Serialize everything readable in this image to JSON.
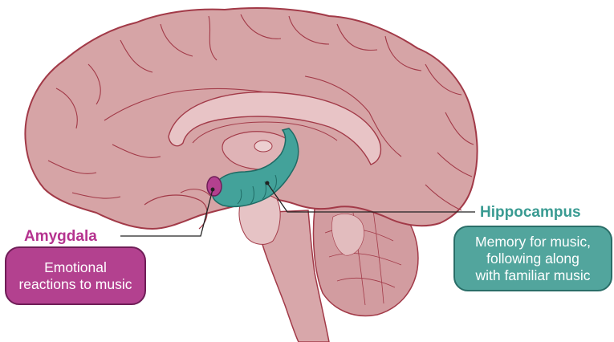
{
  "figure": {
    "type": "brain sagittal section diagram",
    "colors": {
      "brain_fill": "#d6a4a6",
      "brain_outline": "#a23a48",
      "amygdala": "#b3418f",
      "hippocampus": "#43a29a",
      "amygdala_label": "#b5338f",
      "hippocampus_label": "#3a9b92"
    }
  },
  "labels": {
    "amygdala": {
      "title": "Amygdala",
      "description_lines": [
        "Emotional",
        "reactions to music"
      ]
    },
    "hippocampus": {
      "title": "Hippocampus",
      "description_lines": [
        "Memory for music,",
        "following along",
        "with familiar music"
      ]
    }
  }
}
